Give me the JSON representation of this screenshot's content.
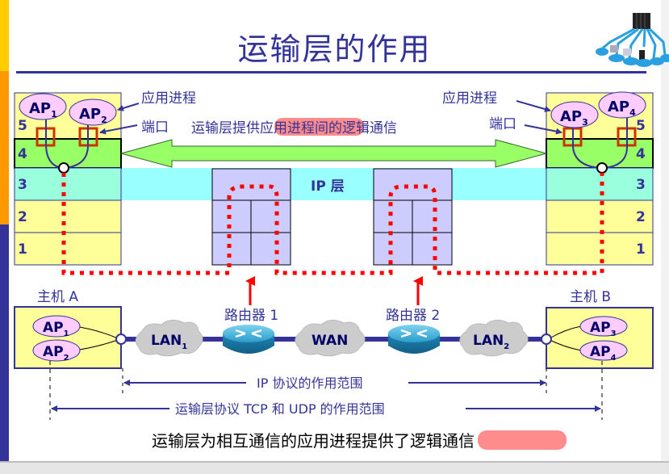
{
  "slide": {
    "title": "运输层的作用",
    "accent_colors": {
      "navy": "#333399",
      "layer5": "#ffff99",
      "layer4": "#99ff66",
      "layer3": "#99ffff",
      "router": "#ccccff",
      "path": "#ff0000",
      "port": "#cc3300",
      "ap": "#ffccff",
      "highlight": "#ff6666"
    }
  },
  "left_stack": {
    "layers": [
      "5",
      "4",
      "3",
      "2",
      "1"
    ],
    "apps": [
      {
        "name": "AP",
        "sub": "1"
      },
      {
        "name": "AP",
        "sub": "2"
      }
    ]
  },
  "right_stack": {
    "layers": [
      "5",
      "4",
      "3",
      "2",
      "1"
    ],
    "apps": [
      {
        "name": "AP",
        "sub": "3"
      },
      {
        "name": "AP",
        "sub": "4"
      }
    ]
  },
  "labels": {
    "app_process_left": "应用进程",
    "app_process_right": "应用进程",
    "port_left": "端口",
    "port_right": "端口",
    "transport_comm_prefix": "运输层提供",
    "transport_comm_highlight": "应用进程间",
    "transport_comm_suffix": "的逻辑通信",
    "ip_layer": "IP 层"
  },
  "network": {
    "host_a": {
      "label": "主机 A",
      "apps": [
        {
          "name": "AP",
          "sub": "1"
        },
        {
          "name": "AP",
          "sub": "2"
        }
      ]
    },
    "host_b": {
      "label": "主机 B",
      "apps": [
        {
          "name": "AP",
          "sub": "3"
        },
        {
          "name": "AP",
          "sub": "4"
        }
      ]
    },
    "lan1": {
      "name": "LAN",
      "sub": "1"
    },
    "wan": {
      "name": "WAN"
    },
    "lan2": {
      "name": "LAN",
      "sub": "2"
    },
    "router1": "路由器 1",
    "router2": "路由器 2"
  },
  "scopes": {
    "ip_scope": "IP 协议的作用范围",
    "transport_scope": "运输层协议 TCP 和 UDP 的作用范围"
  },
  "caption": {
    "prefix": "运输层为相互通信的应用进程提供了",
    "highlight": "逻辑通信"
  },
  "icons": {
    "logo": "network-server-icon",
    "router": "router-icon",
    "cloud": "cloud-icon"
  }
}
